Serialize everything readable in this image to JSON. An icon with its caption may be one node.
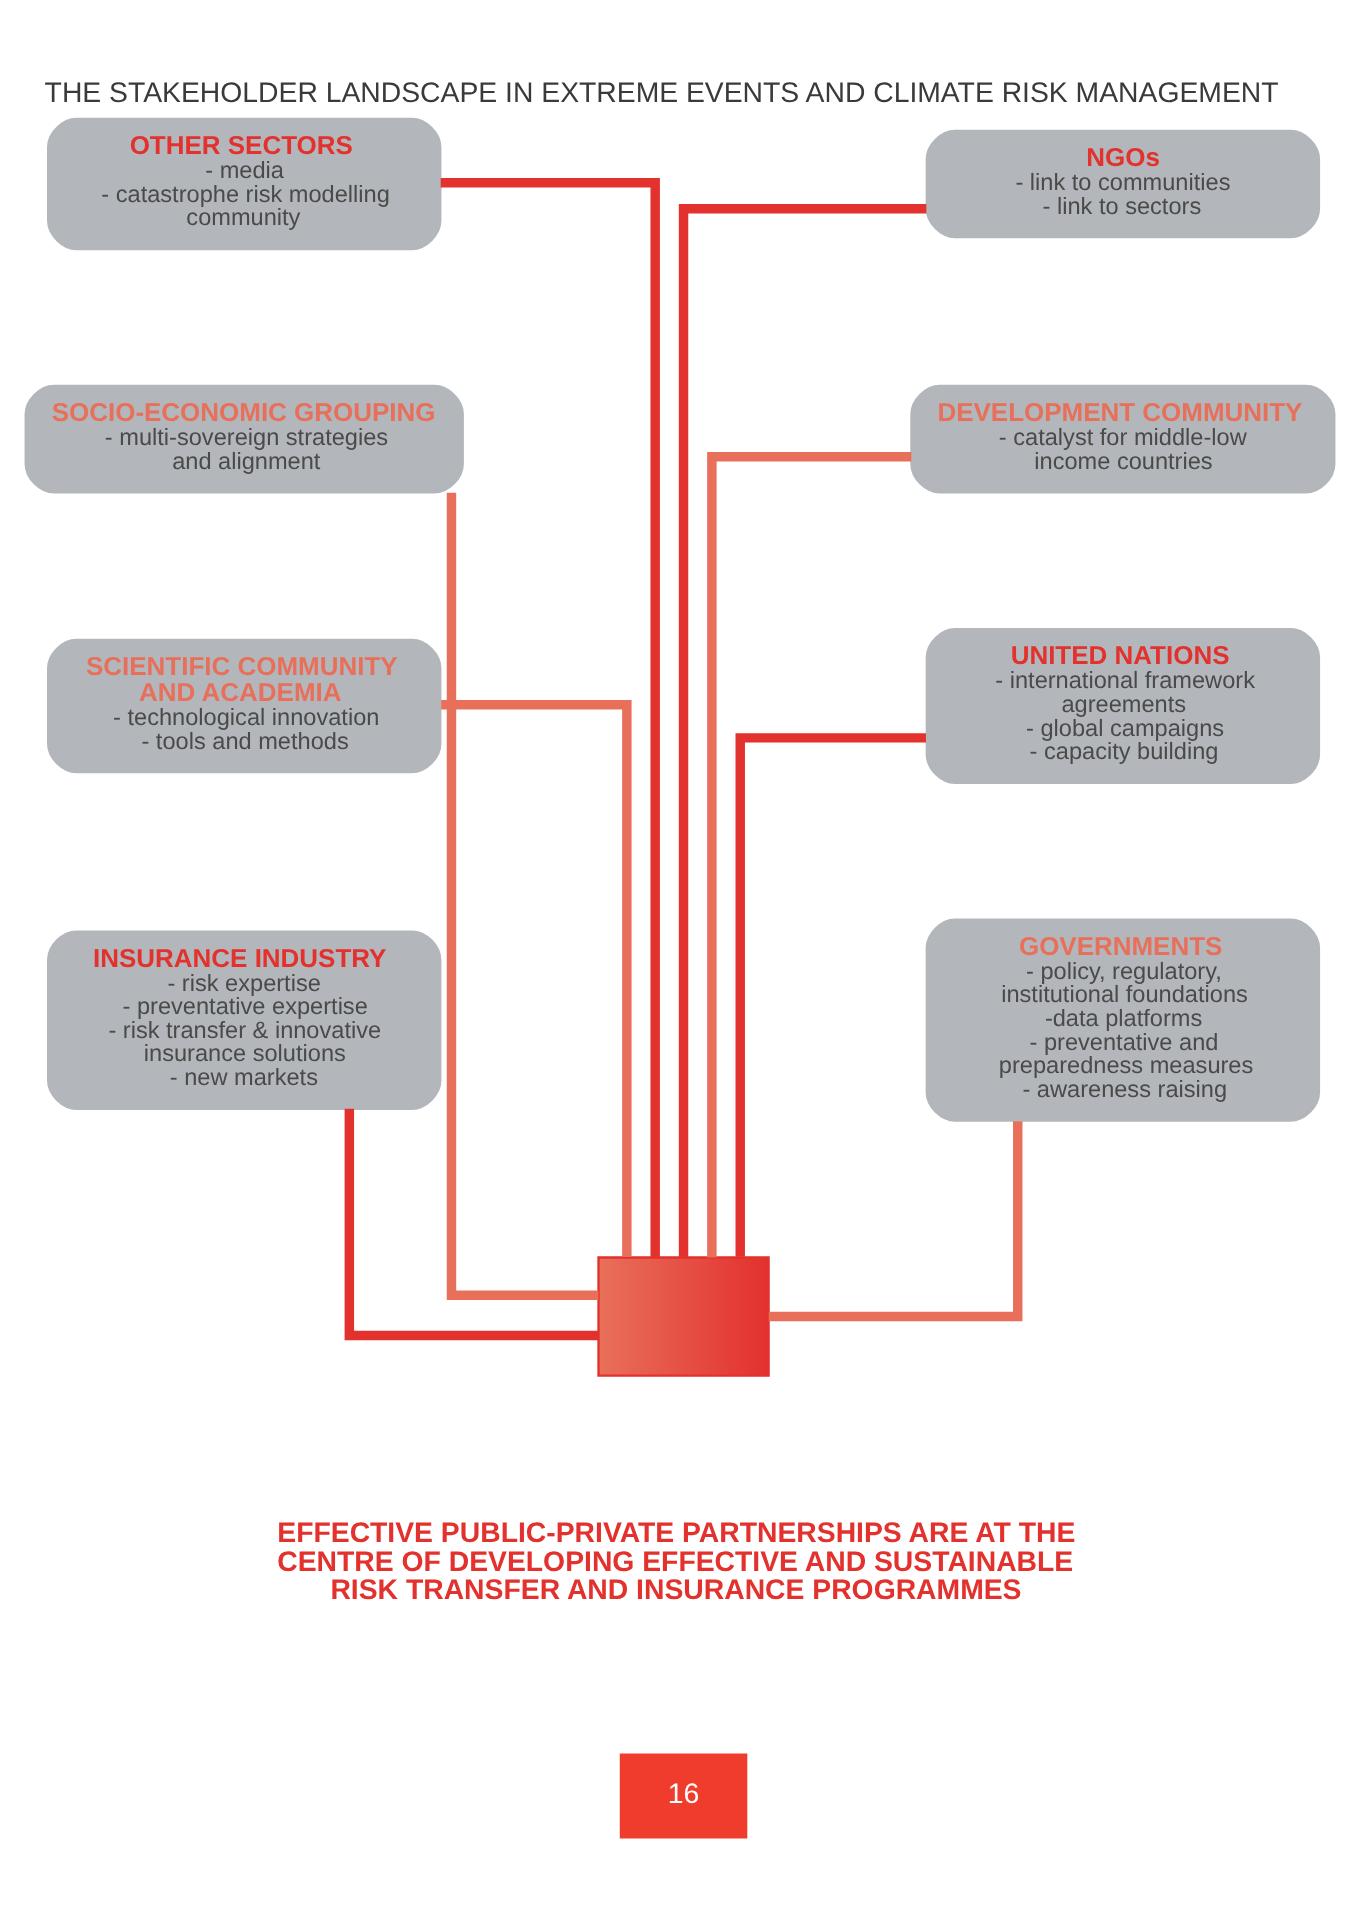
{
  "diagram": {
    "title": "THE STAKEHOLDER LANDSCAPE IN EXTREME EVENTS AND CLIMATE RISK MANAGEMENT",
    "caption": "EFFECTIVE PUBLIC-PRIVATE PARTNERSHIPS ARE AT THE CENTRE OF DEVELOPING EFFECTIVE AND SUSTAINABLE RISK TRANSFER AND INSURANCE PROGRAMMES",
    "nodes": [
      {
        "text": [
          "OTHER SECTORS",
          "- media",
          "- catastrophe risk modelling community"
        ]
      },
      {
        "text": [
          "NGOs",
          "- link to communities",
          "- link to sectors"
        ]
      },
      {
        "text": [
          "SOCIO-ECONOMIC GROUPING",
          "- multi-sovereign strategies and alignment"
        ]
      },
      {
        "text": [
          "DEVELOPMENT COMMUNITY",
          "- catalyst for middle-low income countries"
        ]
      },
      {
        "text": [
          "SCIENTIFIC COMMUNITY AND ACADEMIA",
          "- technological innovation",
          "- tools and methods"
        ]
      },
      {
        "text": [
          "UNITED NATIONS",
          "- international framework agreements",
          "- global campaigns",
          "- capacity building"
        ]
      },
      {
        "text": [
          "INSURANCE INDUSTRY",
          "- risk expertise",
          "- preventative expertise",
          "- risk transfer & innovative insurance solutions",
          "- new markets"
        ]
      },
      {
        "text": [
          "GOVERNMENTS",
          "- policy, regulatory, institutional foundations",
          "-data platforms",
          "- preventative and preparedness measures",
          "- awareness raising"
        ]
      },
      {
        "text": [],
        "shape": "picture"
      }
    ],
    "edges": [
      {
        "from": 8,
        "to": 0,
        "arrow": "none",
        "color": "#e3312d"
      },
      {
        "from": 8,
        "to": 1,
        "arrow": "none",
        "color": "#e3312d"
      },
      {
        "from": 8,
        "to": 2,
        "arrow": "none",
        "color": "#e8705a"
      },
      {
        "from": 8,
        "to": 3,
        "arrow": "none",
        "color": "#e8705a"
      },
      {
        "from": 8,
        "to": 4,
        "arrow": "none",
        "color": "#e8705a"
      },
      {
        "from": 8,
        "to": 5,
        "arrow": "none",
        "color": "#e3312d"
      },
      {
        "from": 8,
        "to": 6,
        "arrow": "none",
        "color": "#e3312d"
      },
      {
        "from": 8,
        "to": 7,
        "arrow": "none",
        "color": "#e8705a"
      }
    ],
    "labels": [
      "16"
    ]
  }
}
